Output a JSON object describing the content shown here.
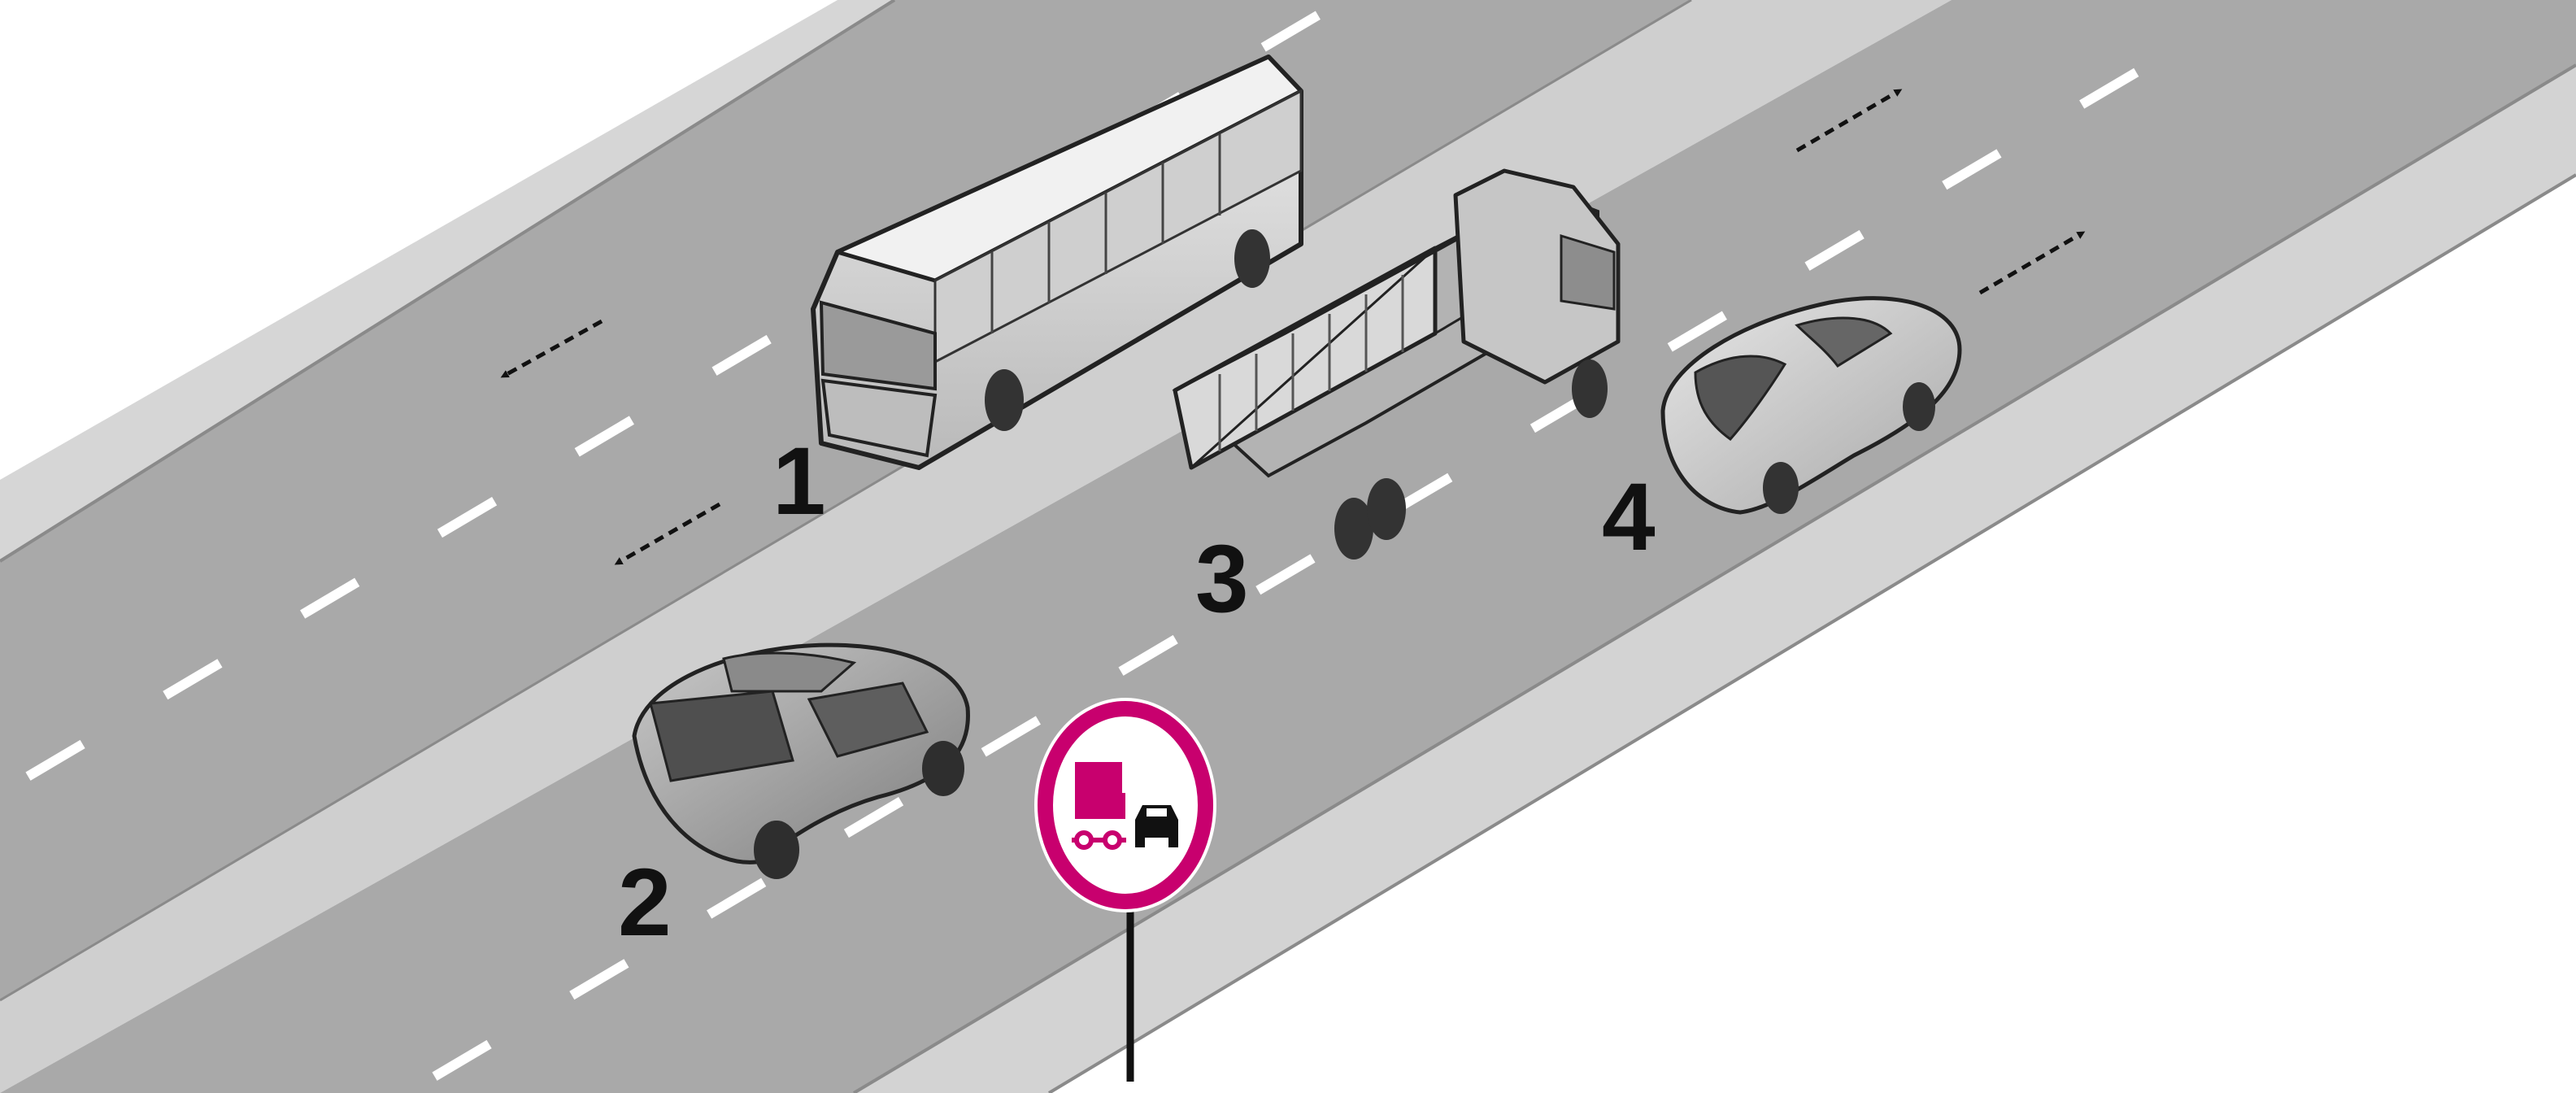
{
  "scene": {
    "vehicles": [
      {
        "number": "1",
        "kind": "bus",
        "direction": "left"
      },
      {
        "number": "2",
        "kind": "suv",
        "direction": "right"
      },
      {
        "number": "3",
        "kind": "dump-truck",
        "direction": "right"
      },
      {
        "number": "4",
        "kind": "sedan",
        "direction": "right"
      }
    ],
    "sign": {
      "type": "no-overtaking-by-trucks",
      "ring_color": "#c8006e",
      "truck_color": "#c8006e",
      "car_color": "#111111"
    },
    "colors": {
      "road": "#a9a9a9",
      "shoulder": "#d3d3d3",
      "median": "#d0d0d0",
      "lane_marking": "#ffffff",
      "arrow": "#111111"
    }
  }
}
